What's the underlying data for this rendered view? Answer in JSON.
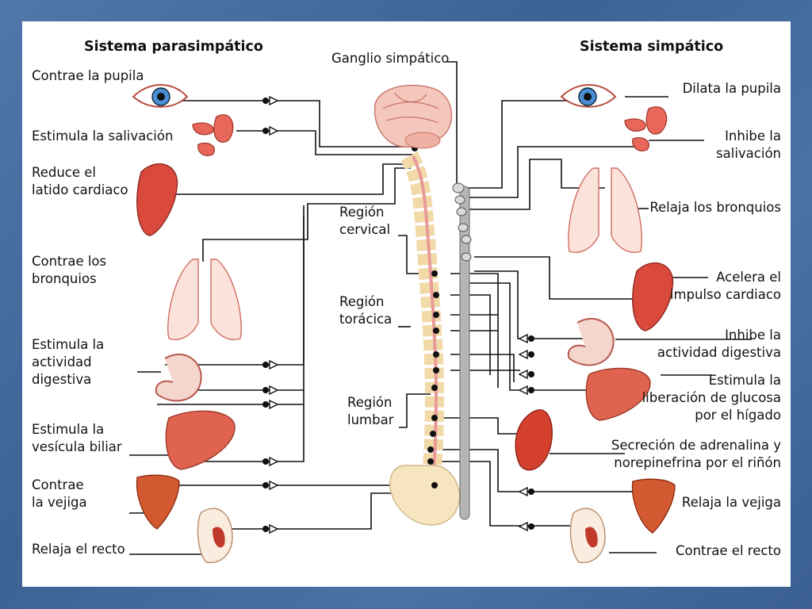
{
  "headings": {
    "parasympathetic": "Sistema parasimpático",
    "sympathetic": "Sistema simpático",
    "ganglion": "Ganglio simpático"
  },
  "regions": {
    "cervical": "Región\ncervical",
    "thoracic": "Región\ntorácica",
    "lumbar": "Región\nlumbar"
  },
  "parasympathetic_effects": [
    "Contrae la pupila",
    "Estimula la salivación",
    "Reduce el\nlatido cardiaco",
    "Contrae los\nbronquios",
    "Estimula la\nactividad\ndigestiva",
    "Estimula la\nvesícula biliar",
    "Contrae\nla vejiga",
    "Relaja el recto"
  ],
  "sympathetic_effects": [
    "Dilata la pupila",
    "Inhibe la\nsalivación",
    "Relaja los bronquios",
    "Acelera el\nimpulso cardiaco",
    "Inhibe la\nactividad digestiva",
    "Estimula la\nliberación de glucosa\npor el hígado",
    "Secreción de adrenalina y\nnorepinefrina por el riñón",
    "Relaja la vejiga",
    "Contrae el recto"
  ],
  "colors": {
    "background": "#41689a",
    "panel": "#ffffff",
    "organ": "#e05a4c",
    "spine": "#f5deb0",
    "chain": "#a8a8a8",
    "wire": "#000000"
  }
}
